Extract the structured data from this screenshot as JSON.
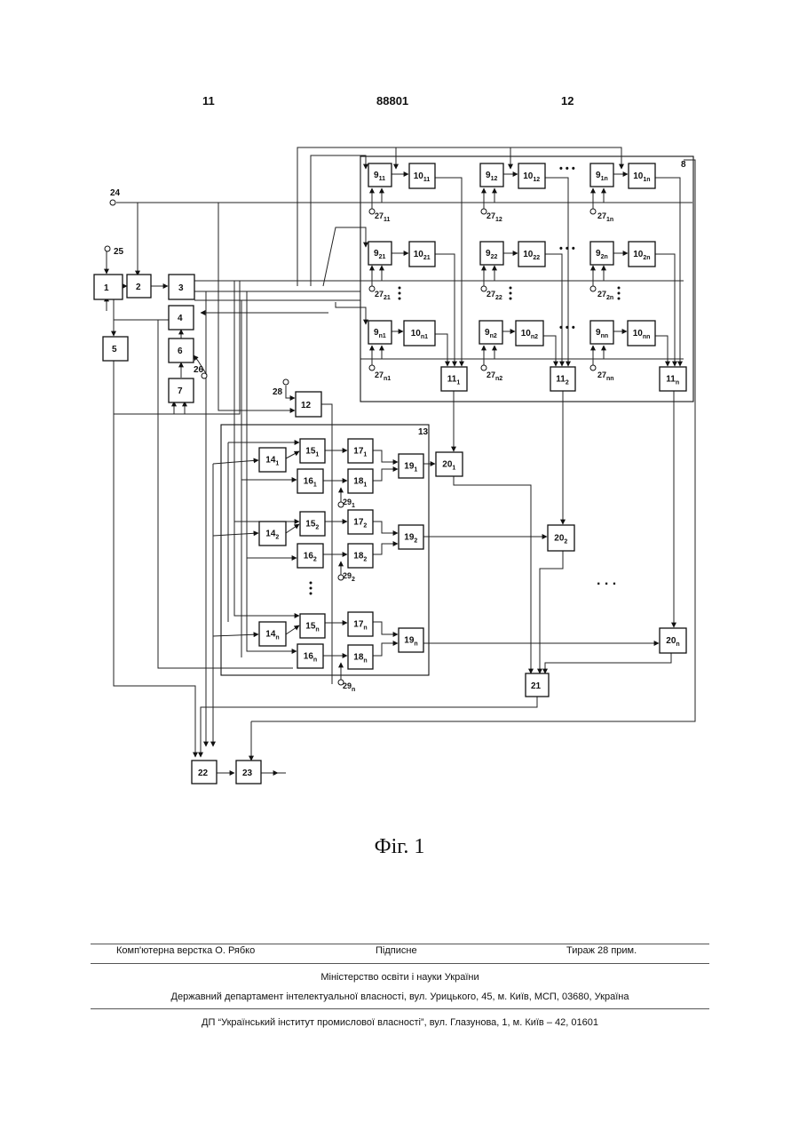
{
  "header": {
    "left_page": "11",
    "patent_number": "88801",
    "right_page": "12"
  },
  "diagram": {
    "caption": "Фіг. 1",
    "dots_h": "• • •",
    "dots_v": "•\n•\n•",
    "diag_dots": ". . .",
    "blocks": {
      "b1": "1",
      "b2": "2",
      "b3": "3",
      "b4": "4",
      "b5": "5",
      "b6": "6",
      "b7": "7",
      "b12": "12",
      "b21": "21",
      "b22": "22",
      "b23": "23"
    },
    "block_groups": {
      "b9_11": [
        "9",
        "11"
      ],
      "b10_11": [
        "10",
        "11"
      ],
      "b9_12": [
        "9",
        "12"
      ],
      "b10_12": [
        "10",
        "12"
      ],
      "b9_1n": [
        "9",
        "1n"
      ],
      "b10_1n": [
        "10",
        "1n"
      ],
      "b9_21": [
        "9",
        "21"
      ],
      "b10_21": [
        "10",
        "21"
      ],
      "b9_22": [
        "9",
        "22"
      ],
      "b10_22": [
        "10",
        "22"
      ],
      "b9_2n": [
        "9",
        "2n"
      ],
      "b10_2n": [
        "10",
        "2n"
      ],
      "b9_n1": [
        "9",
        "n1"
      ],
      "b10_n1": [
        "10",
        "n1"
      ],
      "b9_n2": [
        "9",
        "n2"
      ],
      "b10_n2": [
        "10",
        "n2"
      ],
      "b9_nn": [
        "9",
        "nn"
      ],
      "b10_nn": [
        "10",
        "nn"
      ],
      "b11_1": [
        "11",
        "1"
      ],
      "b11_2": [
        "11",
        "2"
      ],
      "b11_n": [
        "11",
        "n"
      ],
      "b14_1": [
        "14",
        "1"
      ],
      "b15_1": [
        "15",
        "1"
      ],
      "b16_1": [
        "16",
        "1"
      ],
      "b17_1": [
        "17",
        "1"
      ],
      "b18_1": [
        "18",
        "1"
      ],
      "b19_1": [
        "19",
        "1"
      ],
      "b20_1": [
        "20",
        "1"
      ],
      "b14_2": [
        "14",
        "2"
      ],
      "b15_2": [
        "15",
        "2"
      ],
      "b16_2": [
        "16",
        "2"
      ],
      "b17_2": [
        "17",
        "2"
      ],
      "b18_2": [
        "18",
        "2"
      ],
      "b19_2": [
        "19",
        "2"
      ],
      "b20_2": [
        "20",
        "2"
      ],
      "b14_n": [
        "14",
        "n"
      ],
      "b15_n": [
        "15",
        "n"
      ],
      "b16_n": [
        "16",
        "n"
      ],
      "b17_n": [
        "17",
        "n"
      ],
      "b18_n": [
        "18",
        "n"
      ],
      "b19_n": [
        "19",
        "n"
      ],
      "b20_n": [
        "20",
        "n"
      ]
    },
    "terminals": {
      "t24": "24",
      "t25": "25",
      "t26": "26",
      "t28": "28",
      "frame8": "8",
      "frame13": "13"
    },
    "terminal_groups": {
      "t27_11": [
        "27",
        "11"
      ],
      "t27_12": [
        "27",
        "12"
      ],
      "t27_1n": [
        "27",
        "1n"
      ],
      "t27_21": [
        "27",
        "21"
      ],
      "t27_22": [
        "27",
        "22"
      ],
      "t27_2n": [
        "27",
        "2n"
      ],
      "t27_n1": [
        "27",
        "n1"
      ],
      "t27_n2": [
        "27",
        "n2"
      ],
      "t27_nn": [
        "27",
        "nn"
      ],
      "t29_1": [
        "29",
        "1"
      ],
      "t29_2": [
        "29",
        "2"
      ],
      "t29_n": [
        "29",
        "n"
      ]
    }
  },
  "footer": {
    "layout": "Комп'ютерна верстка О. Рябко",
    "signed": "Підписне",
    "circulation": "Тираж 28 прим.",
    "ministry": "Міністерство освіти і науки України",
    "department": "Державний департамент інтелектуальної власності, вул. Урицького, 45, м. Київ, МСП, 03680, Україна",
    "institute": "ДП “Український інститут промислової власності”, вул. Глазунова, 1, м. Київ – 42, 01601"
  }
}
